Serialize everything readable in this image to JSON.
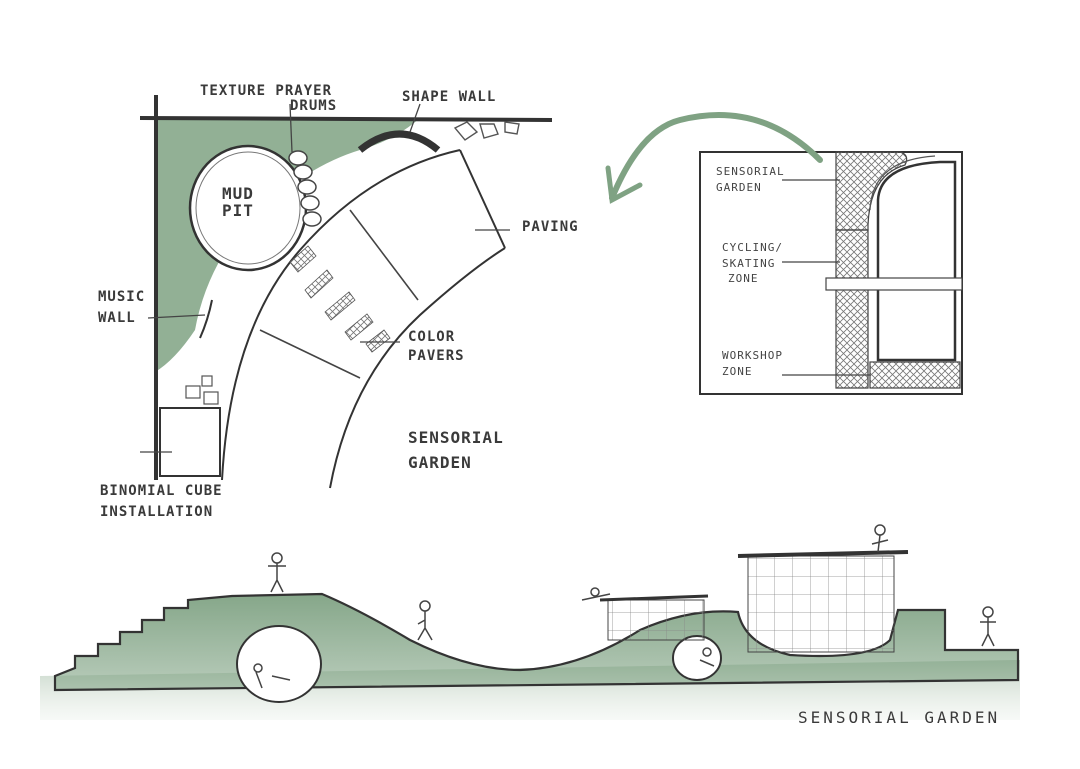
{
  "plan": {
    "labels": {
      "texture_prayer_drums_1": "TEXTURE PRAYER",
      "texture_prayer_drums_2": "DRUMS",
      "shape_wall": "SHAPE WALL",
      "mud_pit_1": "MUD",
      "mud_pit_2": "PIT",
      "paving": "PAVING",
      "music_wall_1": "MUSIC",
      "music_wall_2": "WALL",
      "color_pavers_1": "COLOR",
      "color_pavers_2": "PAVERS",
      "sensorial_garden_1": "SENSORIAL",
      "sensorial_garden_2": "GARDEN",
      "binomial_cube_1": "BINOMIAL CUBE",
      "binomial_cube_2": "INSTALLATION"
    }
  },
  "key_plan": {
    "labels": {
      "sensorial_garden_1": "SENSORIAL",
      "sensorial_garden_2": "GARDEN",
      "cycling_1": "CYCLING/",
      "cycling_2": "SKATING",
      "cycling_3": "ZONE",
      "workshop_1": "WORKSHOP",
      "workshop_2": "ZONE"
    }
  },
  "section": {
    "title": "SENSORIAL GARDEN"
  },
  "colors": {
    "green": "#7fa283",
    "green_light": "#c9d8c9",
    "ink": "#3a3a3a"
  }
}
